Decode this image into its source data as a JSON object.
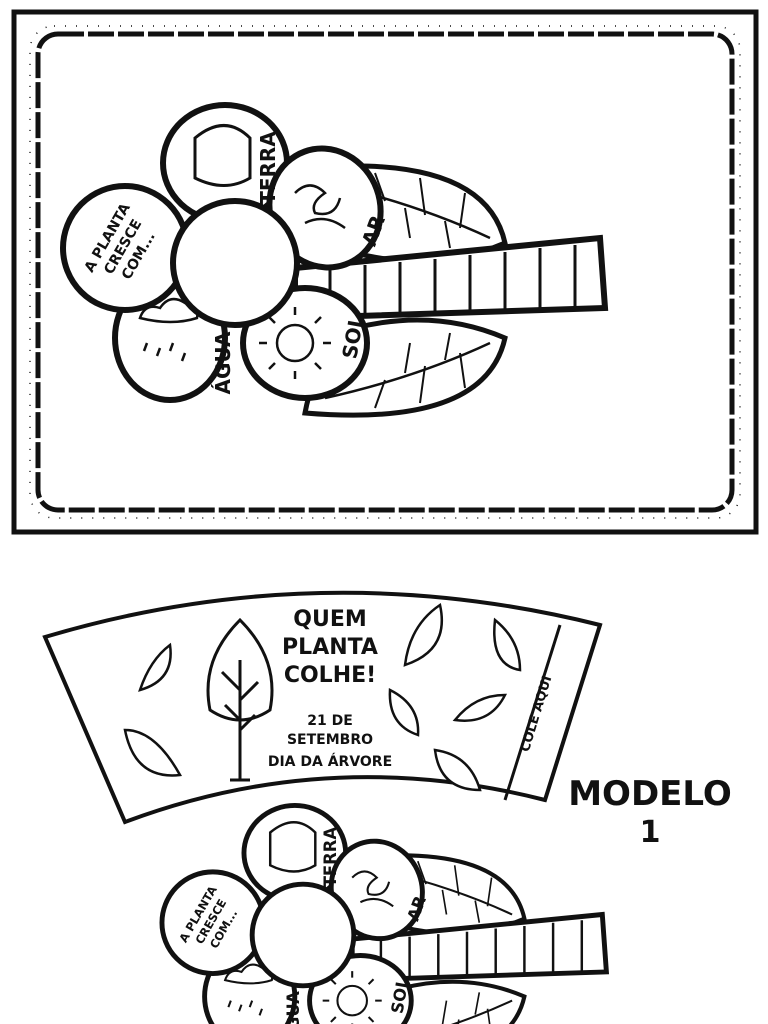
{
  "flower_top": {
    "center_text": [
      "A PLANTA",
      "CRESCE",
      "COM..."
    ],
    "petal_labels": {
      "earth": "TERRA",
      "air": "AR",
      "sun": "SOL",
      "water": "ÁGUA"
    }
  },
  "cup": {
    "title": [
      "QUEM",
      "PLANTA",
      "COLHE!"
    ],
    "date": [
      "21 DE",
      "SETEMBRO"
    ],
    "occasion": "DIA DA ÁRVORE",
    "glue_tab": "COLE AQUI"
  },
  "model_label": [
    "MODELO",
    "1"
  ],
  "flower_bottom": {
    "center_text": [
      "A PLANTA",
      "CRESCE",
      "COM..."
    ],
    "petal_labels": {
      "earth": "TERRA",
      "air": "AR",
      "sun": "SOL",
      "water": "ÁGUA"
    }
  },
  "colors": {
    "ink": "#111111",
    "paper": "#ffffff"
  }
}
